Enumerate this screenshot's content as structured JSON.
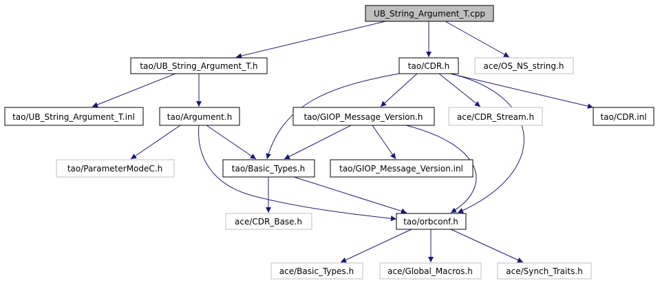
{
  "nodes": [
    {
      "id": "n0",
      "label": "UB_String_Argument_T.cpp",
      "style": "root"
    },
    {
      "id": "n1",
      "label": "tao/UB_String_Argument_T.h",
      "style": "normal"
    },
    {
      "id": "n2",
      "label": "tao/CDR.h",
      "style": "normal"
    },
    {
      "id": "n3",
      "label": "ace/OS_NS_string.h",
      "style": "grey"
    },
    {
      "id": "n4",
      "label": "tao/UB_String_Argument_T.inl",
      "style": "normal"
    },
    {
      "id": "n5",
      "label": "tao/Argument.h",
      "style": "normal"
    },
    {
      "id": "n6",
      "label": "tao/GIOP_Message_Version.h",
      "style": "normal"
    },
    {
      "id": "n7",
      "label": "ace/CDR_Stream.h",
      "style": "grey"
    },
    {
      "id": "n8",
      "label": "tao/CDR.inl",
      "style": "normal"
    },
    {
      "id": "n9",
      "label": "tao/ParameterModeC.h",
      "style": "grey"
    },
    {
      "id": "n10",
      "label": "tao/Basic_Types.h",
      "style": "normal"
    },
    {
      "id": "n11",
      "label": "tao/GIOP_Message_Version.inl",
      "style": "normal"
    },
    {
      "id": "n12",
      "label": "ace/CDR_Base.h",
      "style": "grey"
    },
    {
      "id": "n13",
      "label": "tao/orbconf.h",
      "style": "normal"
    },
    {
      "id": "n14",
      "label": "ace/Basic_Types.h",
      "style": "grey"
    },
    {
      "id": "n15",
      "label": "ace/Global_Macros.h",
      "style": "grey"
    },
    {
      "id": "n16",
      "label": "ace/Synch_Traits.h",
      "style": "grey"
    }
  ],
  "colors": {
    "edge": "#191970",
    "root_fill": "#bfbfbf",
    "normal_border": "#000000",
    "grey_border": "#bfbfbf"
  }
}
